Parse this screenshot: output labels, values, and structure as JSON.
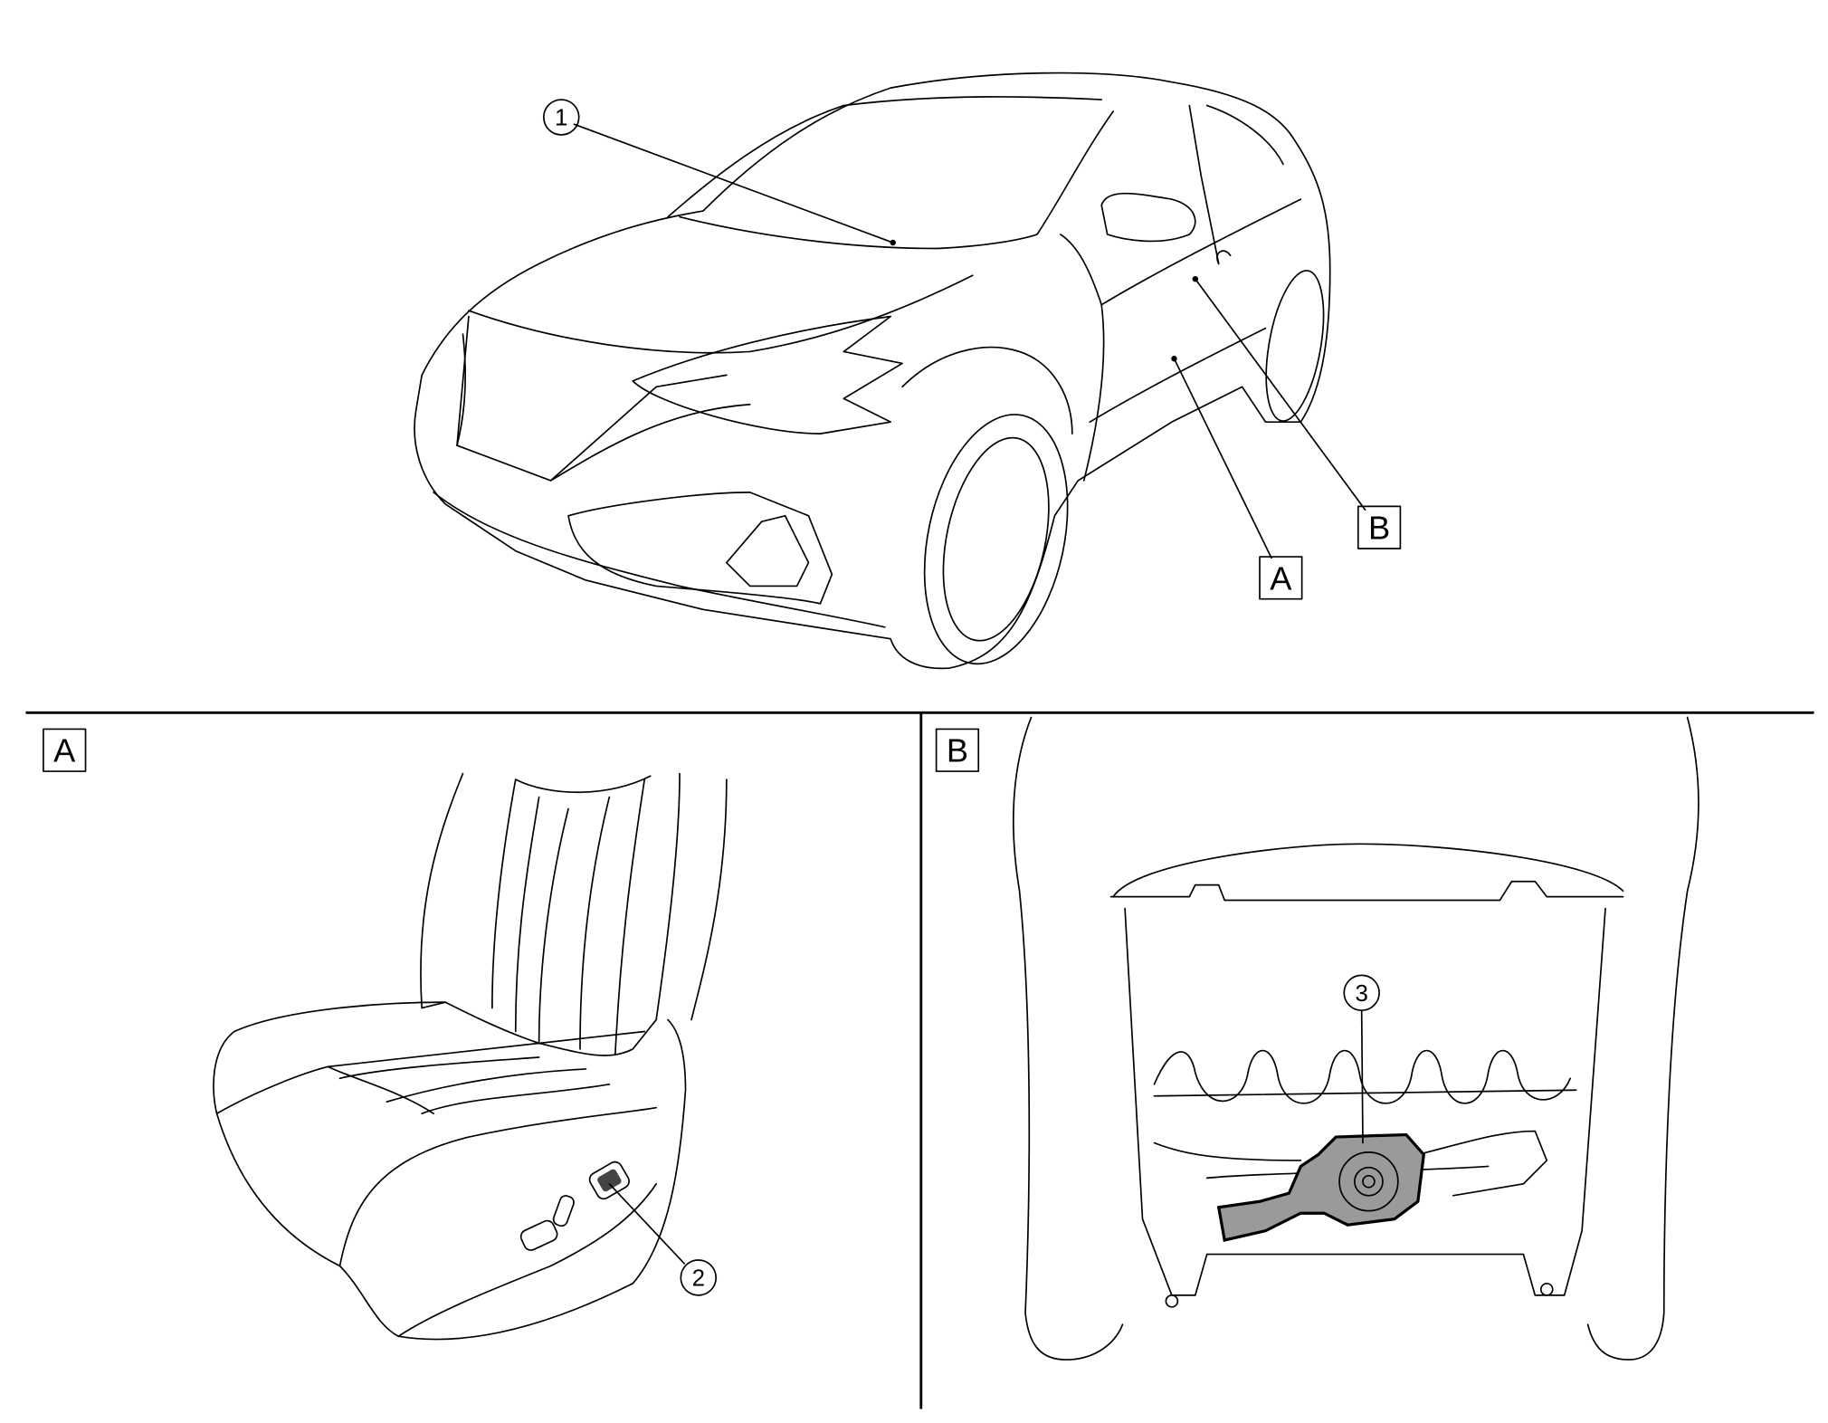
{
  "callouts": {
    "one": "1",
    "two": "2",
    "three": "3",
    "view_a": "A",
    "view_b": "B"
  },
  "panels": {
    "a_label": "A",
    "b_label": "B"
  },
  "colors": {
    "line": "#000000",
    "background": "#ffffff",
    "fill": "#9a9a9a"
  }
}
